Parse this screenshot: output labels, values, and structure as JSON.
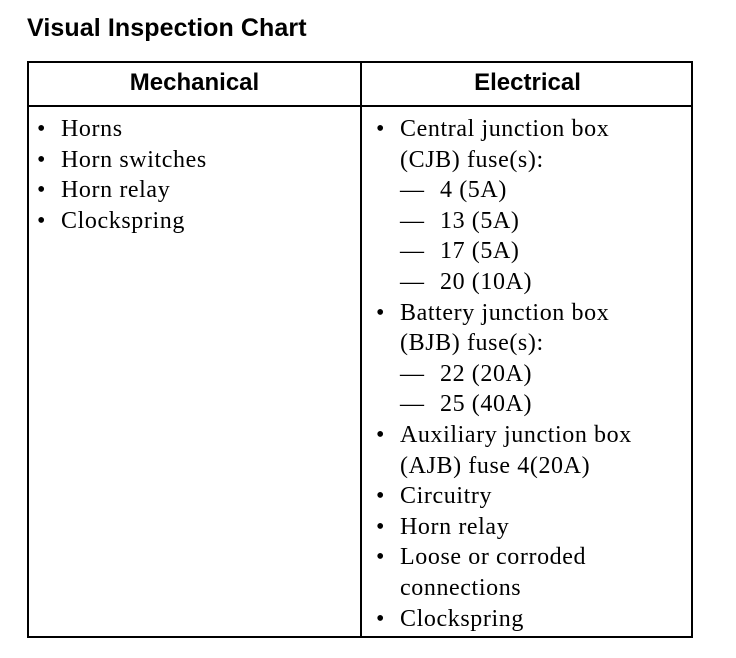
{
  "title": "Visual Inspection Chart",
  "headers": {
    "mechanical": "Mechanical",
    "electrical": "Electrical"
  },
  "mechanical": [
    "Horns",
    "Horn switches",
    "Horn relay",
    "Clockspring"
  ],
  "electrical": {
    "cjb_line1": "Central junction box",
    "cjb_line2": "(CJB) fuse(s):",
    "cjb_fuses": [
      "4 (5A)",
      "13 (5A)",
      "17 (5A)",
      "20 (10A)"
    ],
    "bjb_line1": "Battery junction box",
    "bjb_line2": "(BJB) fuse(s):",
    "bjb_fuses": [
      "22 (20A)",
      "25 (40A)"
    ],
    "ajb_line1": "Auxiliary junction box",
    "ajb_line2": "(AJB) fuse 4(20A)",
    "circuitry": "Circuitry",
    "horn_relay": "Horn relay",
    "loose_line1": "Loose or corroded",
    "loose_line2": "connections",
    "clockspring": "Clockspring"
  },
  "symbols": {
    "bullet": "•",
    "dash": "—"
  }
}
